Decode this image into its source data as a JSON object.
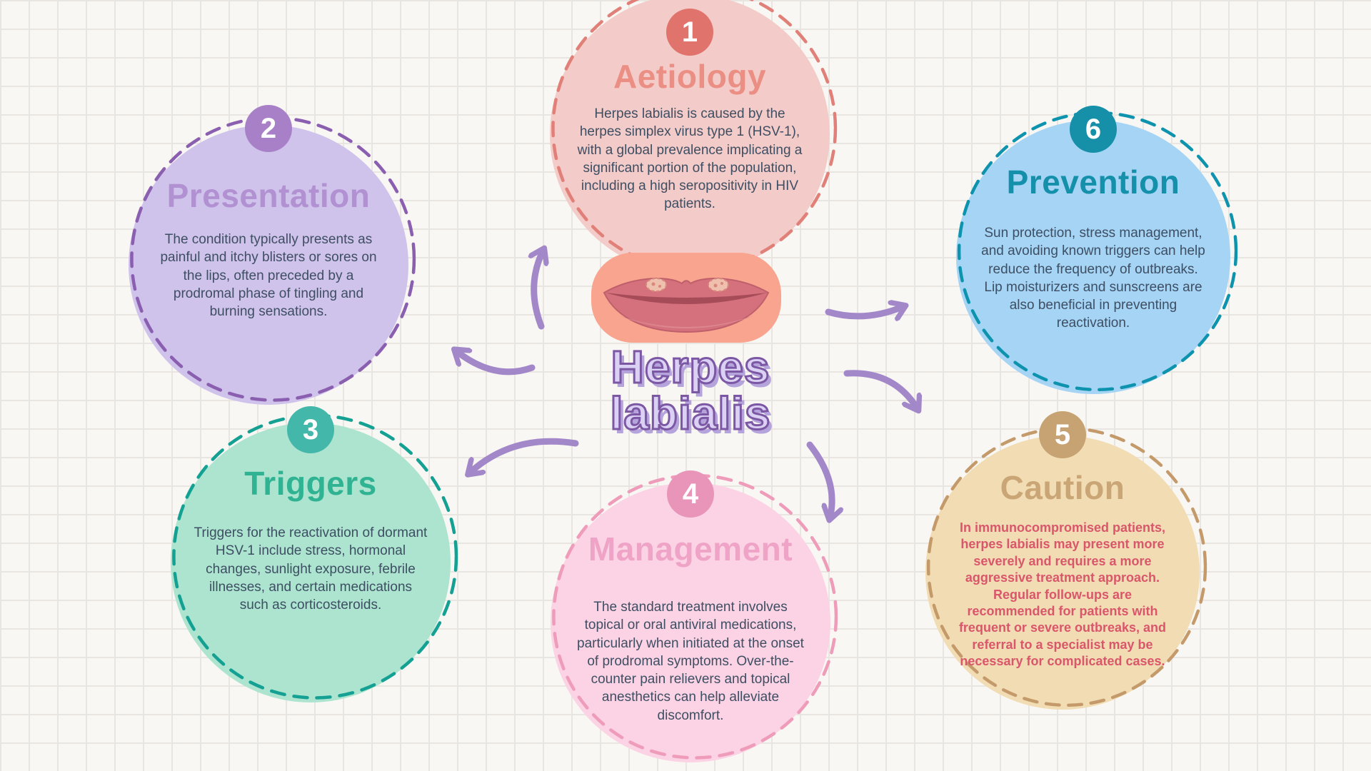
{
  "center": {
    "title_line1": "Herpes",
    "title_line2": "labialis",
    "illustration": "lips-with-cold-sores-icon"
  },
  "nodes": [
    {
      "number": "1",
      "title": "Aetiology",
      "body": "Herpes labialis is caused by the herpes simplex virus type 1 (HSV-1), with a global prevalence implicating a significant portion of the population, including a high seropositivity in HIV patients.",
      "colors": {
        "fill": "#f3cbc8",
        "border": "#e08078",
        "badge": "#e0736b",
        "title": "#eb8e84",
        "body": "#3e4e63"
      }
    },
    {
      "number": "2",
      "title": "Presentation",
      "body": "The condition typically presents as painful and itchy blisters or sores on the lips, often preceded by a prodromal phase of tingling and burning sensations.",
      "colors": {
        "fill": "#cfc3eb",
        "border": "#8a5fb0",
        "badge": "#a880c8",
        "title": "#b191d1",
        "body": "#3e4e63"
      }
    },
    {
      "number": "3",
      "title": "Triggers",
      "body": "Triggers for the reactivation of dormant HSV-1 include stress, hormonal changes, sunlight exposure, febrile illnesses, and certain medications such as corticosteroids.",
      "colors": {
        "fill": "#ace4cf",
        "border": "#14a193",
        "badge": "#44b7ab",
        "title": "#2fb392",
        "body": "#3e4e63"
      }
    },
    {
      "number": "4",
      "title": "Management",
      "body": "The standard treatment involves topical or oral antiviral medications, particularly when initiated at the onset of prodromal symptoms. Over-the-counter pain relievers and topical anesthetics can help alleviate discomfort.",
      "colors": {
        "fill": "#fbd3e4",
        "border": "#ef9cba",
        "badge": "#e995ba",
        "title": "#efa3c6",
        "body": "#3e4e63"
      }
    },
    {
      "number": "5",
      "title": "Caution",
      "body": "In immunocompromised patients, herpes labialis may present more severely and requires a more aggressive treatment approach. Regular follow-ups are recommended for patients with frequent or severe outbreaks, and referral to a specialist may be necessary for complicated cases.",
      "colors": {
        "fill": "#f1dcb3",
        "border": "#c49a6a",
        "badge": "#c7a272",
        "title": "#caa576",
        "body": "#d9566b"
      }
    },
    {
      "number": "6",
      "title": "Prevention",
      "body": "Sun protection, stress management, and avoiding known triggers can help reduce the frequency of outbreaks. Lip moisturizers and sunscreens are also beneficial in preventing reactivation.",
      "colors": {
        "fill": "#a5d4f5",
        "border": "#0d93ad",
        "badge": "#1690a9",
        "title": "#1590ab",
        "body": "#3e4e63"
      }
    }
  ],
  "style": {
    "background": "#f9f7f3",
    "grid_line": "#e9e6e1",
    "arrow_color": "#a287c9",
    "center_title_fill": "#dad1f4",
    "center_title_outline": "#7c58a4",
    "center_title_shadow": "#b5a3db"
  }
}
